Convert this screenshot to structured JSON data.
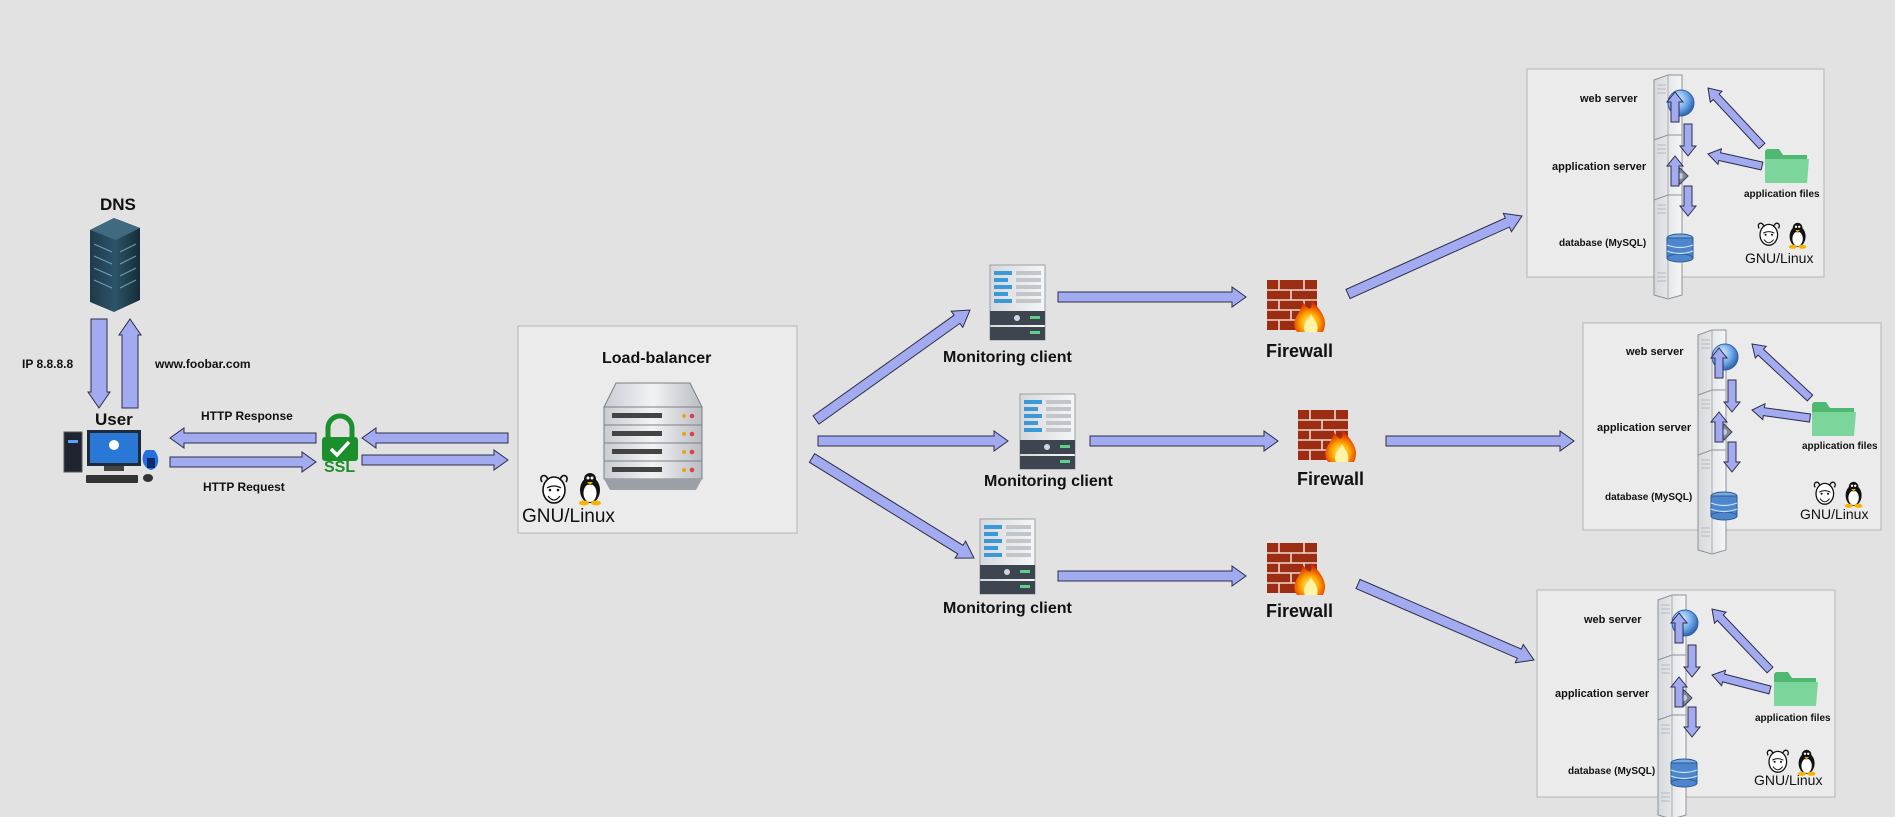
{
  "dns": {
    "label": "DNS",
    "ip": "IP 8.8.8.8",
    "domain": "www.foobar.com"
  },
  "user": {
    "label": "User"
  },
  "http": {
    "response": "HTTP Response",
    "request": "HTTP Request"
  },
  "ssl": {
    "label": "SSL"
  },
  "load_balancer": {
    "label": "Load-balancer",
    "os": "GNU/Linux"
  },
  "monitoring": [
    {
      "label": "Monitoring client"
    },
    {
      "label": "Monitoring client"
    },
    {
      "label": "Monitoring client"
    }
  ],
  "firewalls": [
    {
      "label": "Firewall"
    },
    {
      "label": "Firewall"
    },
    {
      "label": "Firewall"
    }
  ],
  "server_stacks": [
    {
      "web": "web server",
      "app": "application server",
      "db": "database (MySQL)",
      "files": "application files",
      "os": "GNU/Linux"
    },
    {
      "web": "web server",
      "app": "application server",
      "db": "database (MySQL)",
      "files": "application files",
      "os": "GNU/Linux"
    },
    {
      "web": "web server",
      "app": "application server",
      "db": "database (MySQL)",
      "files": "application files",
      "os": "GNU/Linux"
    }
  ],
  "colors": {
    "arrow_fill": "#a3abf0",
    "arrow_stroke": "#2c2c4a",
    "ssl_green": "#1c8f2d",
    "background": "#e2e2e2",
    "box_bg": "#ebebeb"
  }
}
